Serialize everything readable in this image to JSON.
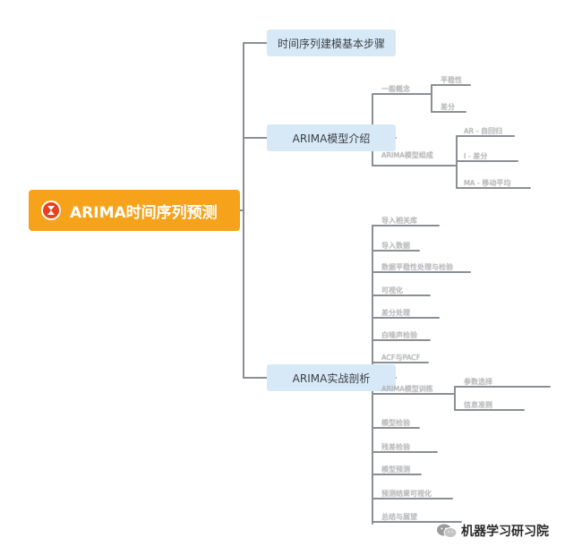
{
  "root": {
    "label": "ARIMA时间序列预测"
  },
  "branches": [
    {
      "label": "时间序列建模基本步骤"
    },
    {
      "label": "ARIMA模型介绍"
    },
    {
      "label": "ARIMA实战剖析"
    }
  ],
  "leaves": [
    "一般概念",
    "平稳性",
    "差分",
    "ARIMA模型组成",
    "AR - 自回归",
    "I - 差分",
    "MA - 移动平均",
    "导入相关库",
    "导入数据",
    "数据平稳性处理与检验",
    "可视化",
    "差分处理",
    "白噪声检验",
    "ACF与PACF",
    "ARIMA模型训练",
    "参数选择",
    "信息准则",
    "模型检验",
    "残差检验",
    "模型预测",
    "预测结果可视化",
    "总结与展望"
  ],
  "watermark": {
    "text": "机器学习研习院"
  },
  "colors": {
    "root": "#f7a21b",
    "root_icon": "#e8411c",
    "branch": "#d7e9f7",
    "connector": "#8a8f96"
  }
}
